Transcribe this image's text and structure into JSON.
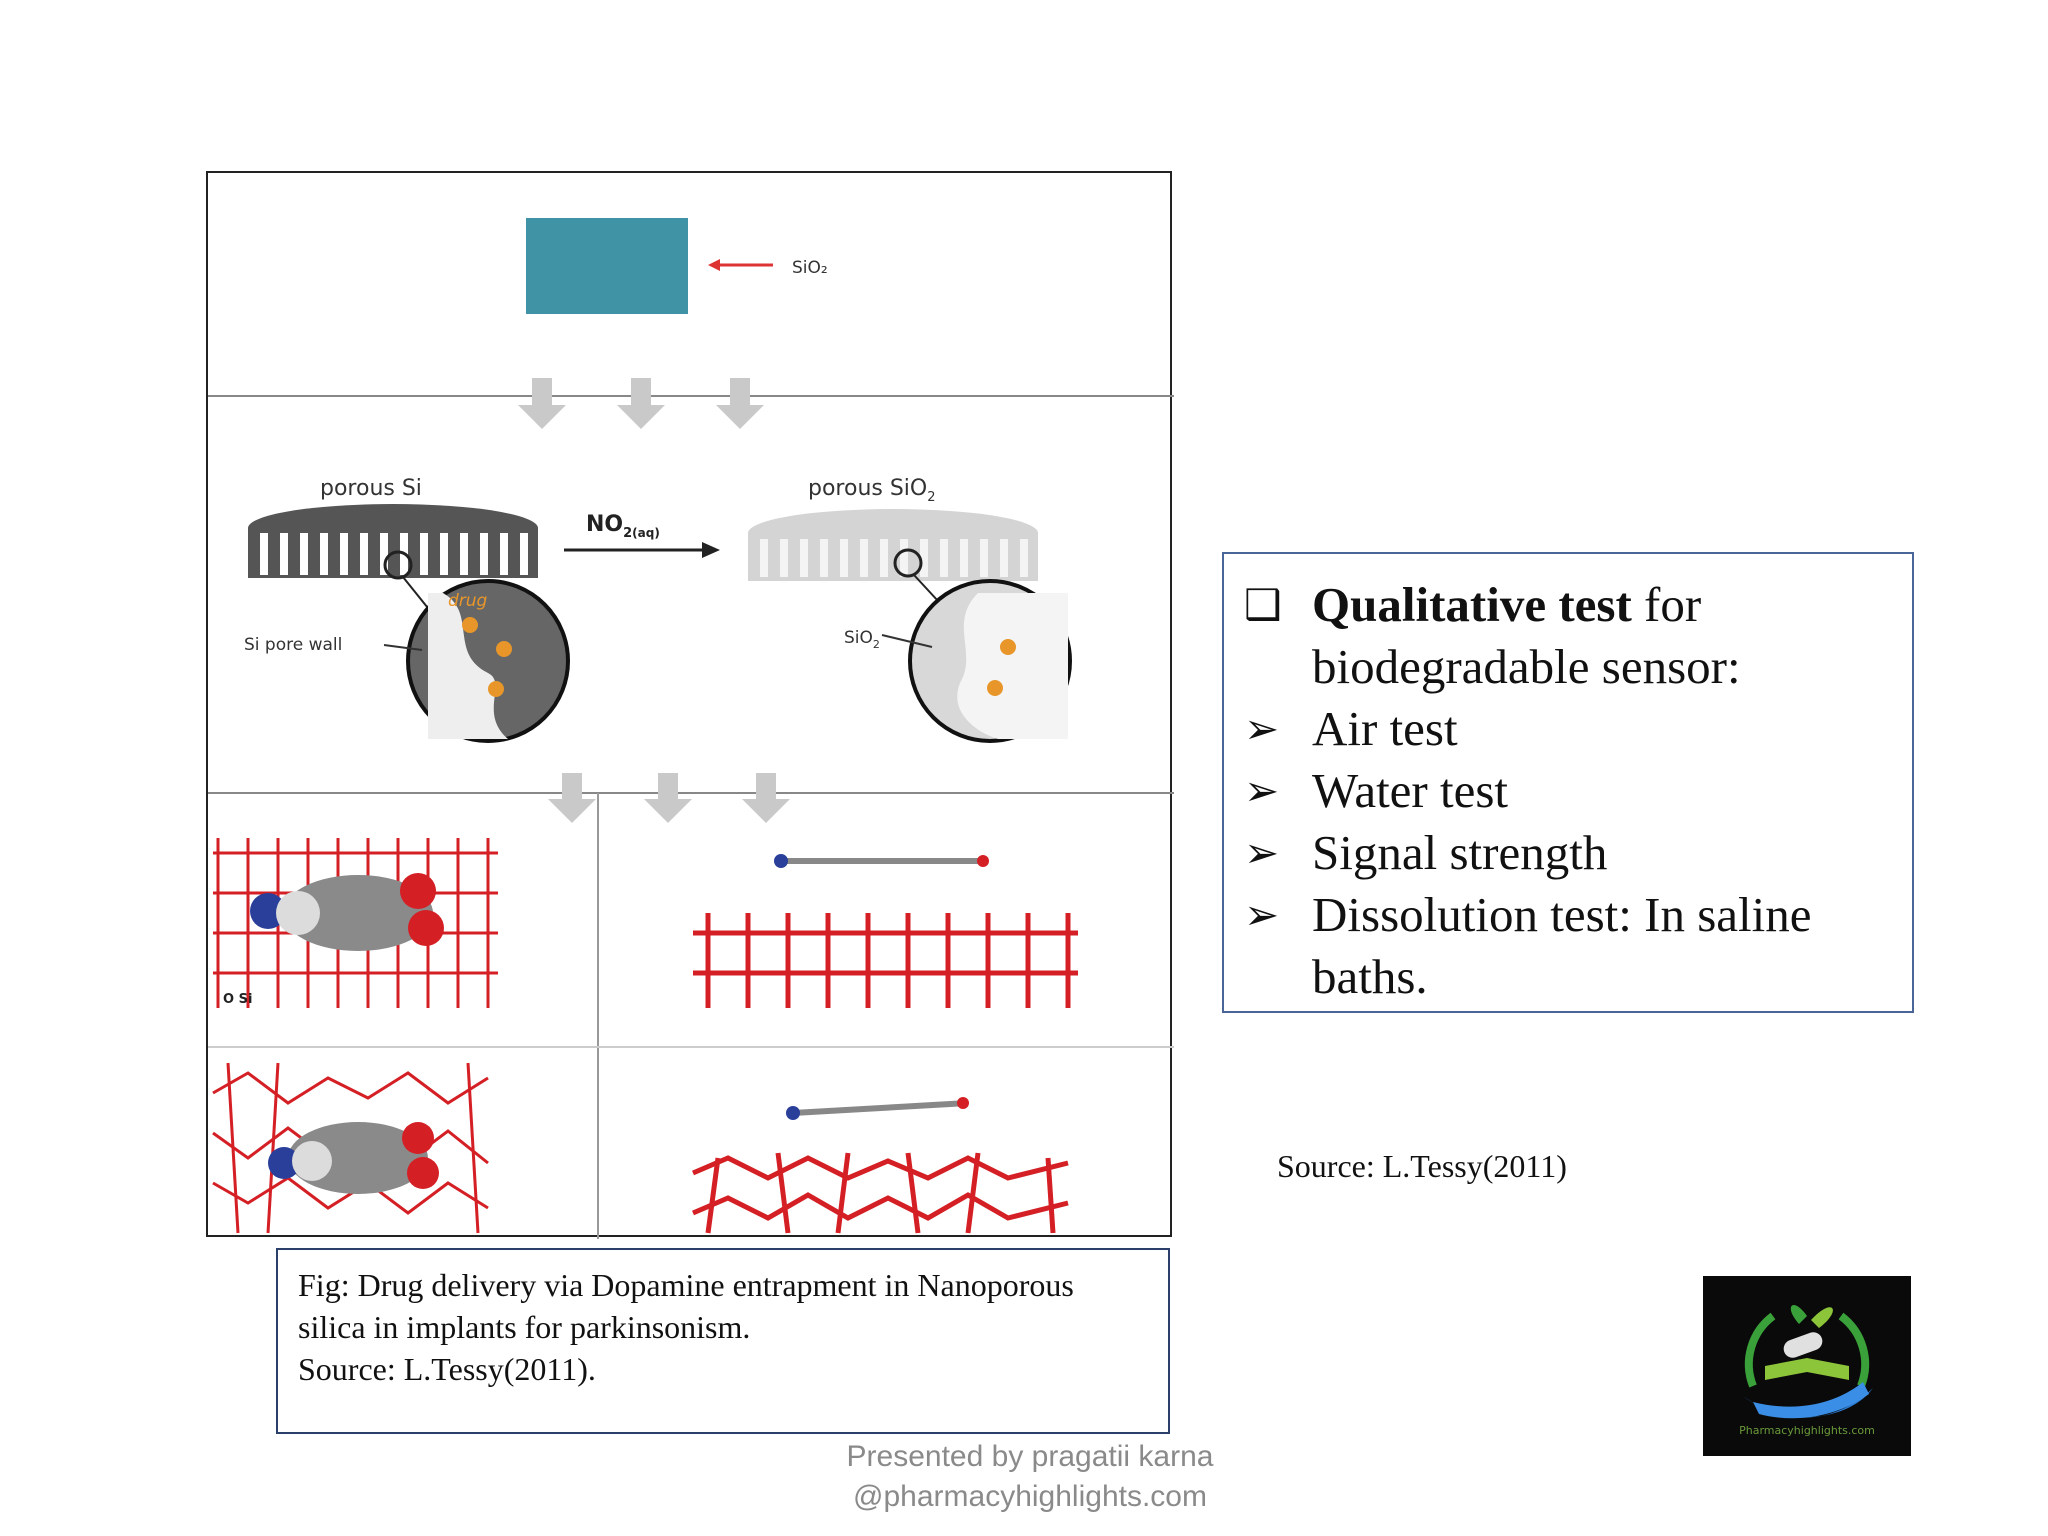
{
  "figure": {
    "label_sio2_top": "SiO₂",
    "label_porous_si": "porous Si",
    "label_porous_sio2": "porous SiO",
    "label_porous_sio2_sub": "2",
    "label_no2": "NO",
    "label_no2_sub": "2",
    "label_no2_aq": "(aq)",
    "label_drug": "drug",
    "label_si_pore_wall": "Si pore wall",
    "label_sio2_circle": "SiO",
    "label_sio2_circle_sub": "2",
    "label_o_si": "O  Si",
    "colors": {
      "sio2_block": "#3f93a4",
      "arrow_red": "#d33",
      "drug": "#e8962a",
      "oxygen": "#d41f25",
      "silicon": "#e6e6e6"
    }
  },
  "caption": {
    "line1": "Fig: Drug delivery via Dopamine entrapment in Nanoporous",
    "line2": "silica in implants  for parkinsonism.",
    "line3": "Source: L.Tessy(2011)."
  },
  "tests": {
    "heading_bold": "Qualitative test",
    "heading_rest": " for",
    "heading_line2": "biodegradable sensor:",
    "items": [
      "Air test",
      "Water test",
      "Signal strength",
      "Dissolution test: In saline"
    ],
    "item4_continued": "baths.",
    "icon_heading": "square-checkbox-icon",
    "icon_items": "arrowhead-bullet-icon"
  },
  "source_right": "Source: L.Tessy(2011)",
  "footer": {
    "line1": "Presented by pragatii karna",
    "line2": "@pharmacyhighlights.com"
  },
  "logo": {
    "text": "Pharmacyhighlights.com"
  }
}
